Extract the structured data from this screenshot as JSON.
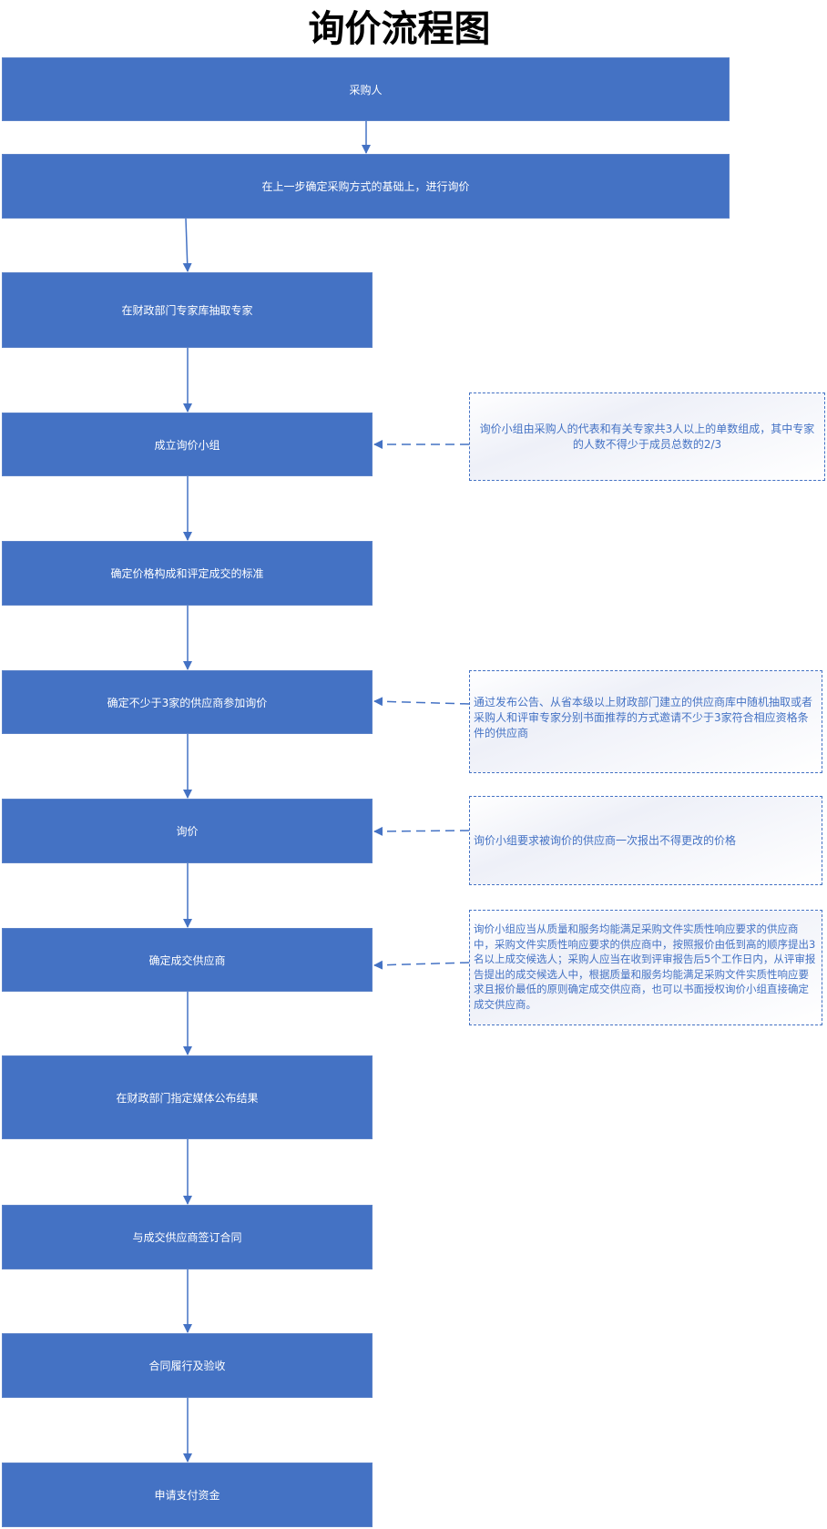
{
  "title": "询价流程图",
  "colors": {
    "box_fill": "#4472c4",
    "box_text": "#ffffff",
    "note_border": "#4472c4",
    "note_text": "#4472c4",
    "arrow": "#4472c4"
  },
  "steps": [
    {
      "label": "采购人"
    },
    {
      "label": "在上一步确定采购方式的基础上，进行询价"
    },
    {
      "label": "在财政部门专家库抽取专家"
    },
    {
      "label": "成立询价小组"
    },
    {
      "label": "确定价格构成和评定成交的标准"
    },
    {
      "label": "确定不少于3家的供应商参加询价"
    },
    {
      "label": "询价"
    },
    {
      "label": "确定成交供应商"
    },
    {
      "label": "在财政部门指定媒体公布结果"
    },
    {
      "label": "与成交供应商签订合同"
    },
    {
      "label": "合同履行及验收"
    },
    {
      "label": "申请支付资金"
    }
  ],
  "notes": [
    {
      "text": "询价小组由采购人的代表和有关专家共3人以上的单数组成，其中专家的人数不得少于成员总数的2/3"
    },
    {
      "text": "通过发布公告、从省本级以上财政部门建立的供应商库中随机抽取或者采购人和评审专家分别书面推荐的方式邀请不少于3家符合相应资格条件的供应商"
    },
    {
      "text": "询价小组要求被询价的供应商一次报出不得更改的价格"
    },
    {
      "text": "询价小组应当从质量和服务均能满足采购文件实质性响应要求的供应商中，采购文件实质性响应要求的供应商中，按照报价由低到高的顺序提出3名以上成交候选人；采购人应当在收到评审报告后5个工作日内，从评审报告提出的成交候选人中，根据质量和服务均能满足采购文件实质性响应要求且报价最低的原则确定成交供应商，也可以书面授权询价小组直接确定成交供应商。"
    }
  ]
}
